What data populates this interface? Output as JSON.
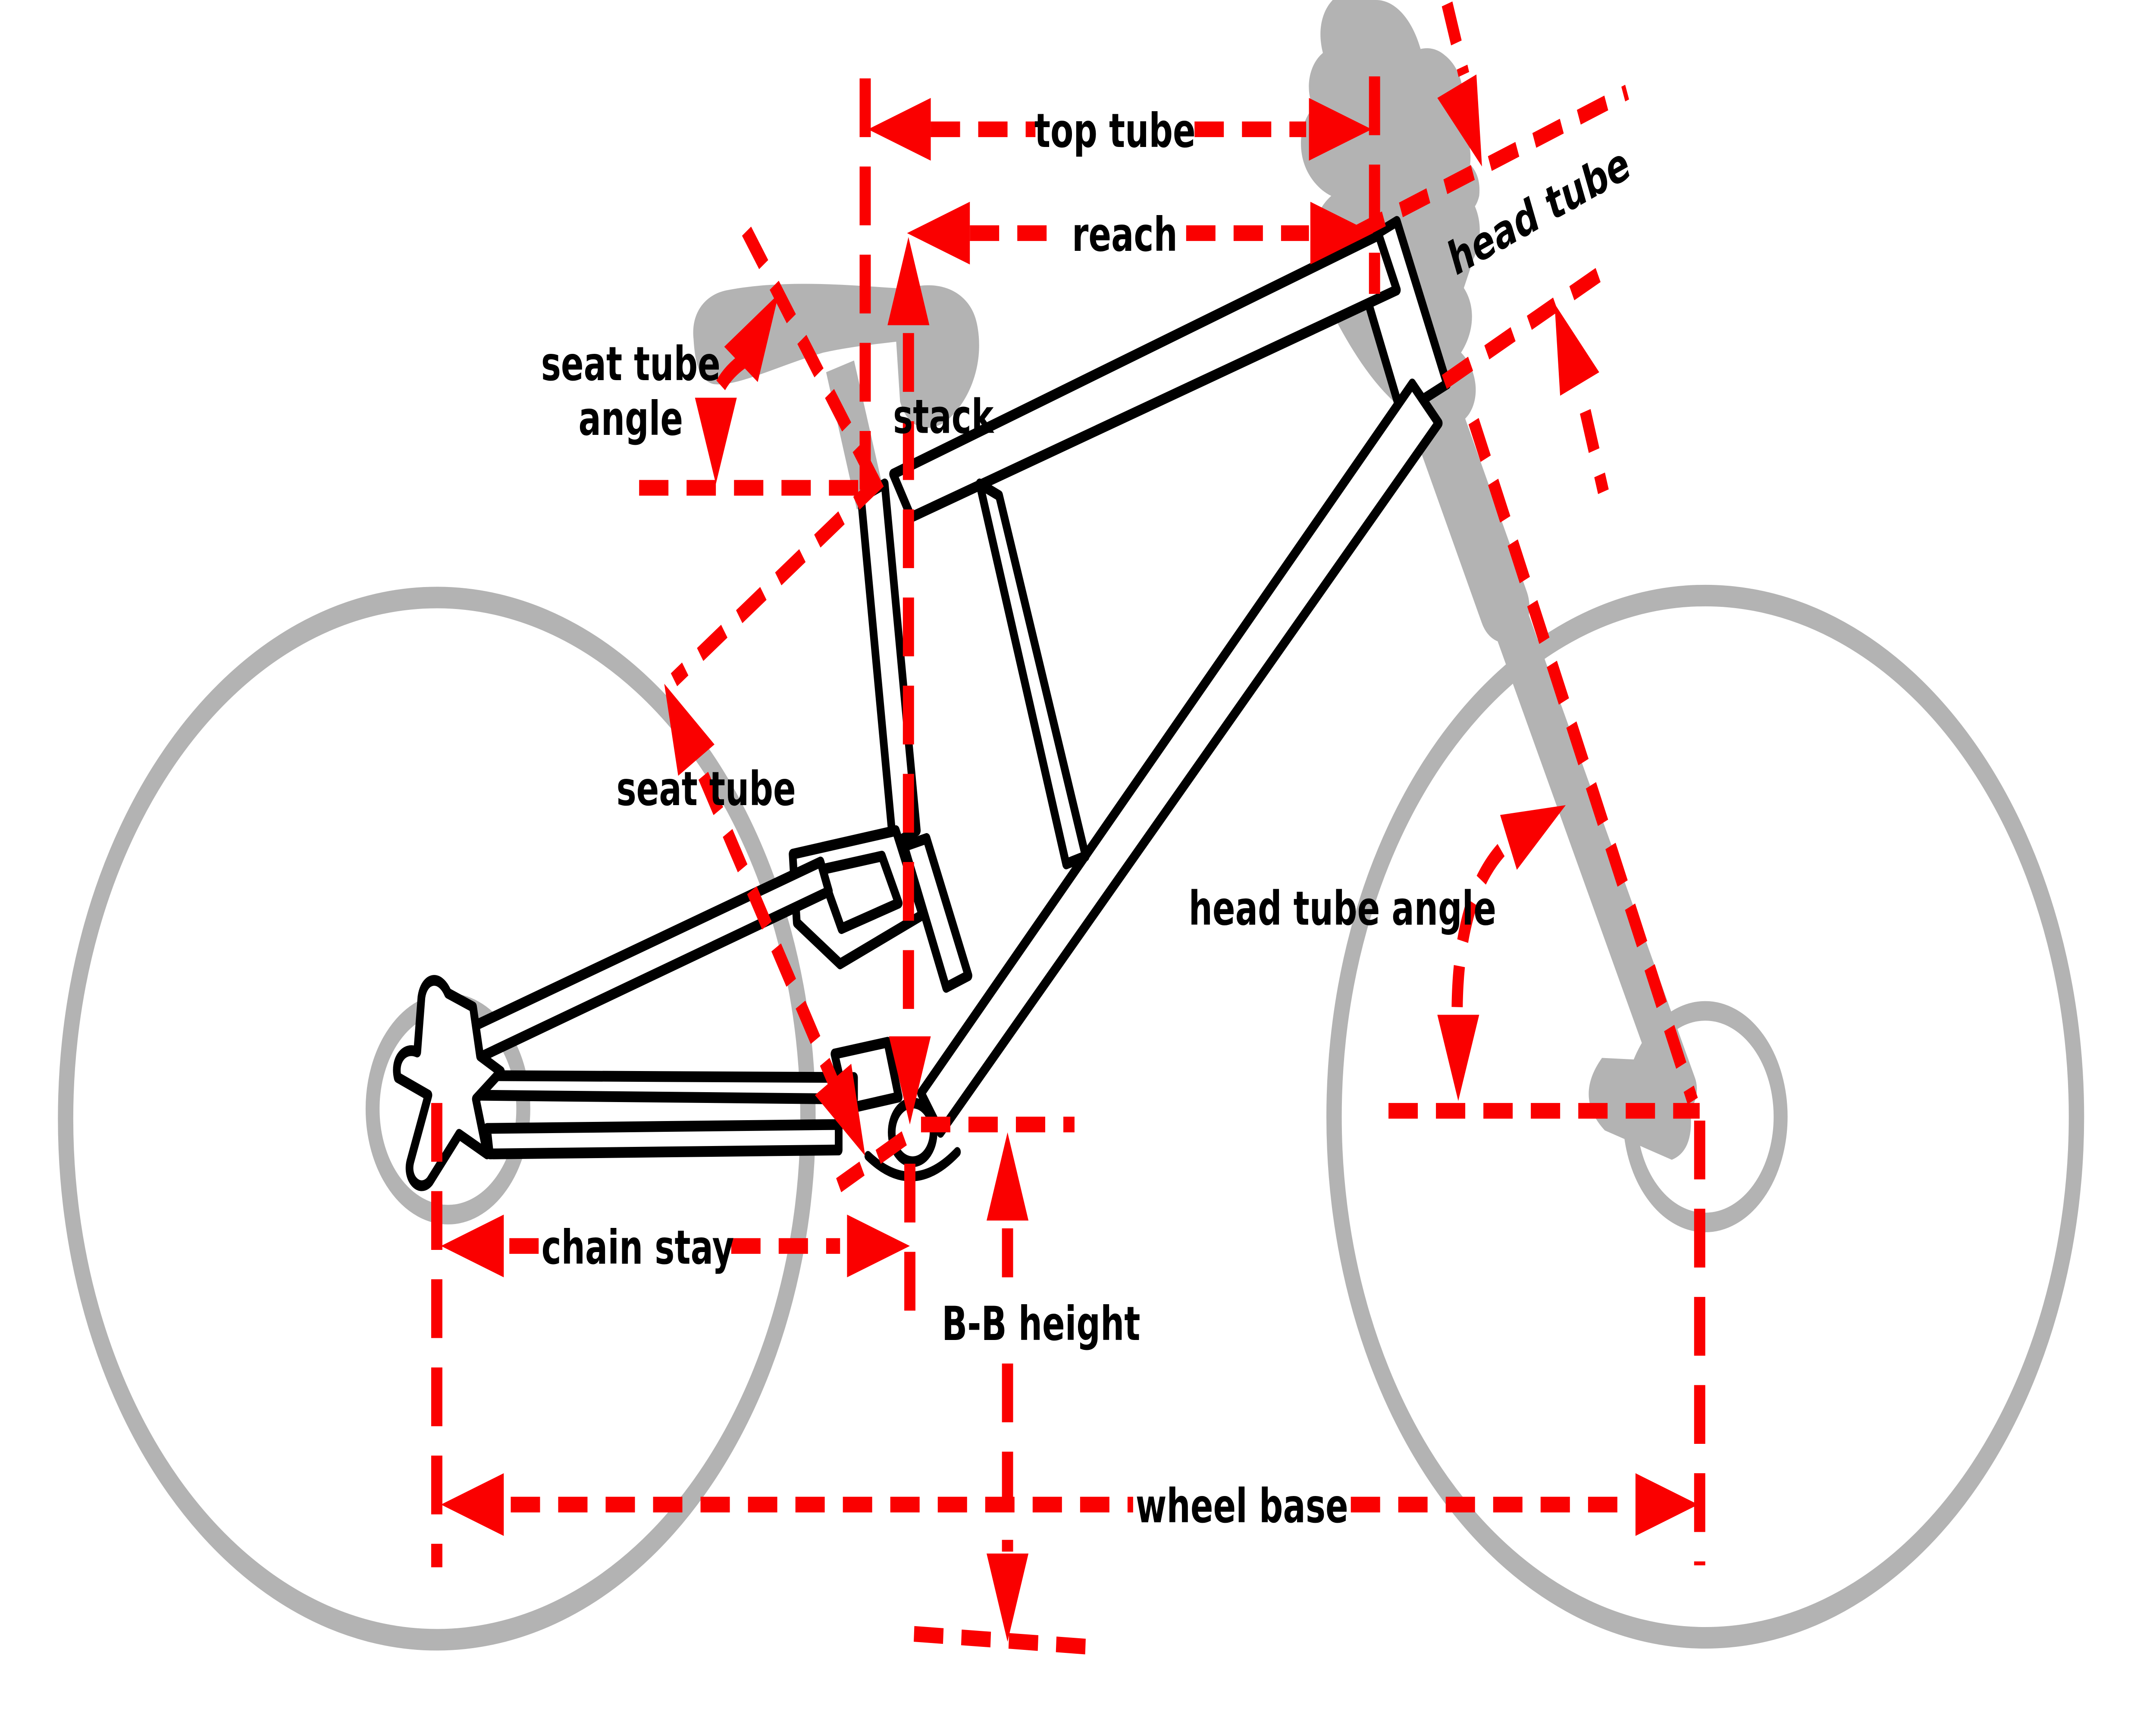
{
  "diagram": {
    "labels": {
      "top_tube": "top tube",
      "reach": "reach",
      "head_tube": "head tube",
      "stack": "stack",
      "seat_tube_angle_line1": "seat tube",
      "seat_tube_angle_line2": "angle",
      "seat_tube": "seat tube",
      "head_tube_angle": "head tube angle",
      "chain_stay": "chain stay",
      "bb_height": "B-B height",
      "wheel_base": "wheel base"
    }
  },
  "colors": {
    "dimension_red": "#fa0000",
    "silhouette_gray": "#b3b3b3",
    "frame_black": "#000000",
    "background": "#ffffff"
  }
}
